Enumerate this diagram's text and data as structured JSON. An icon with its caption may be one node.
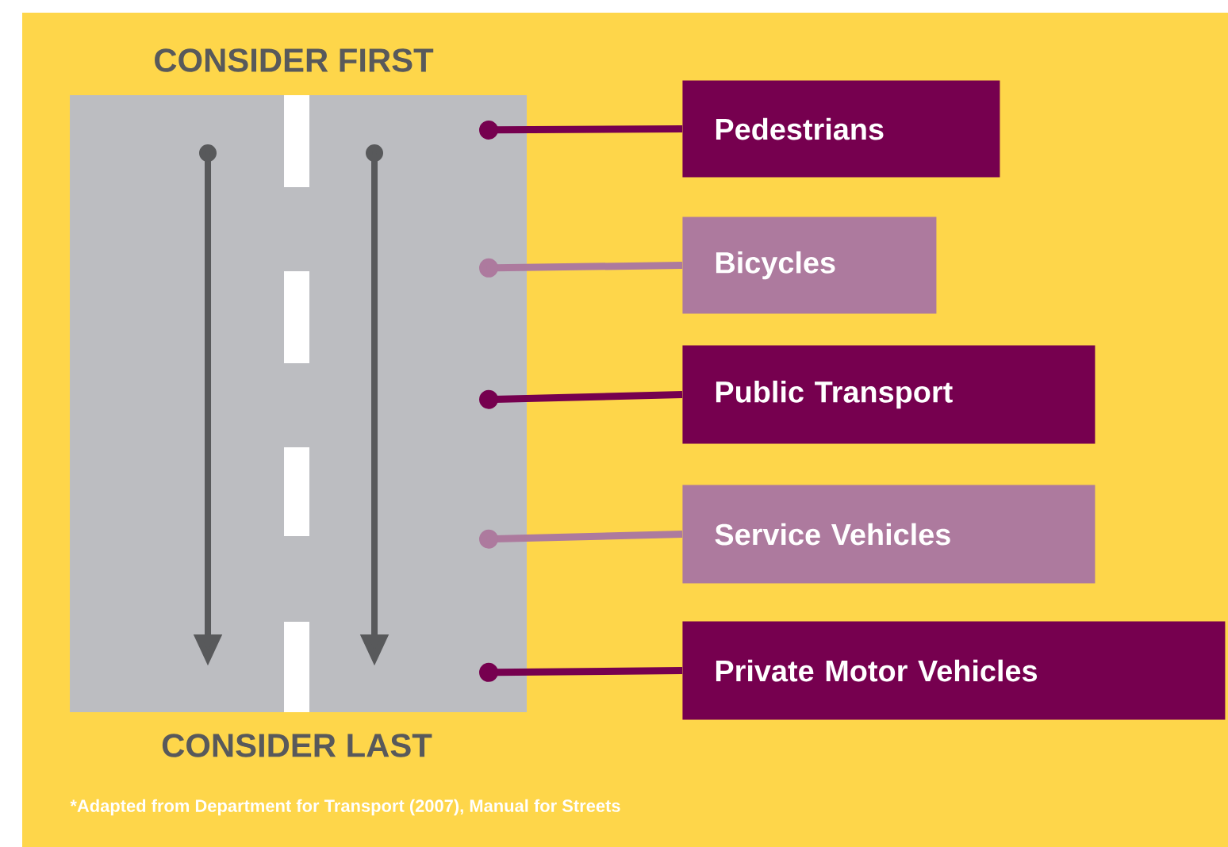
{
  "diagram": {
    "nodes": [
      {
        "text": [
          "Pedestrians"
        ]
      },
      {
        "text": [
          "Bicycles"
        ]
      },
      {
        "text": [
          "Public Transport"
        ]
      },
      {
        "text": [
          "Service Vehicles"
        ]
      },
      {
        "text": [
          "Private Motor Vehicles"
        ]
      }
    ],
    "edges": [
      {
        "from": null,
        "to": 0,
        "arrow": "other"
      },
      {
        "from": null,
        "to": 1,
        "arrow": "other",
        "color": "#ad7a9e"
      },
      {
        "from": null,
        "to": 2,
        "arrow": "other"
      },
      {
        "from": null,
        "to": 3,
        "arrow": "other",
        "color": "#ad7a9e"
      },
      {
        "from": null,
        "to": 4,
        "arrow": "other"
      }
    ],
    "labels": [
      "CONSIDER FIRST",
      "CONSIDER LAST",
      "*Adapted from Department for Transport (2007), Manual for Streets"
    ]
  }
}
